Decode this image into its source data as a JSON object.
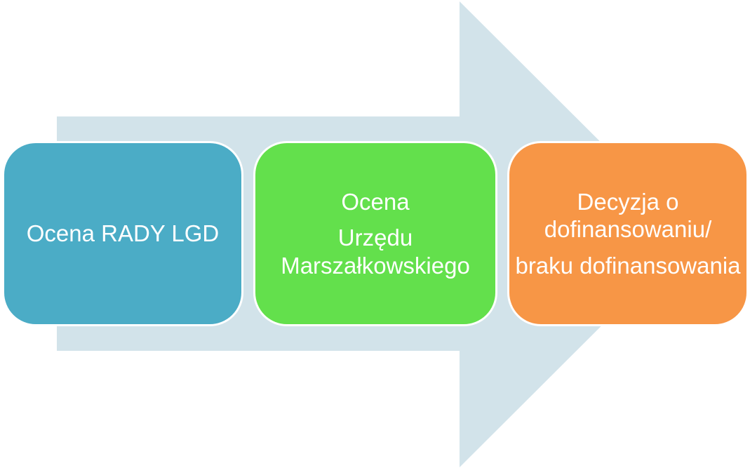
{
  "colors": {
    "arrow": "#d2e3ea",
    "step_1": "#4bacc6",
    "step_2": "#63e04c",
    "step_3": "#f79646",
    "text": "#ffffff"
  },
  "steps": [
    {
      "paragraphs": [
        "Ocena RADY LGD"
      ]
    },
    {
      "paragraphs": [
        "Ocena",
        "Urzędu Marszałkowskiego"
      ]
    },
    {
      "paragraphs": [
        "Decyzja o dofinansowaniu/",
        "braku dofinansowania"
      ]
    }
  ]
}
